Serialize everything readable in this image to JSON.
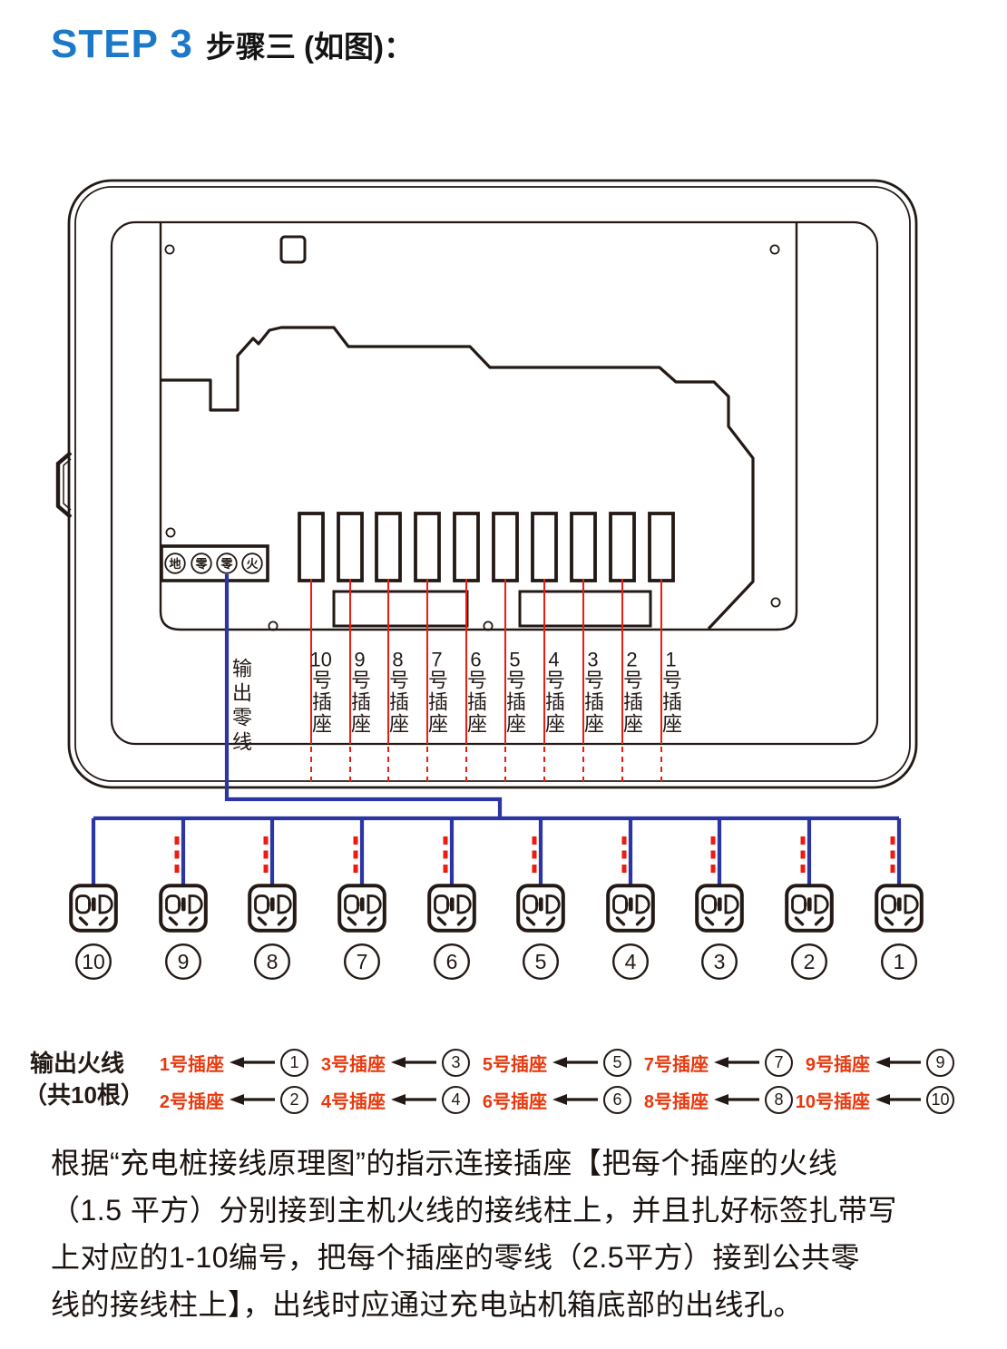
{
  "title": {
    "step": "STEP 3",
    "subtitle": "步骤三 (如图)："
  },
  "device": {
    "terminal_labels": [
      "地",
      "零",
      "零",
      "火"
    ],
    "neutral_wire_label": "输出零线",
    "slot_labels": [
      {
        "num": "10",
        "suffix": "号插座"
      },
      {
        "num": "9",
        "suffix": "号插座"
      },
      {
        "num": "8",
        "suffix": "号插座"
      },
      {
        "num": "7",
        "suffix": "号插座"
      },
      {
        "num": "6",
        "suffix": "号插座"
      },
      {
        "num": "5",
        "suffix": "号插座"
      },
      {
        "num": "4",
        "suffix": "号插座"
      },
      {
        "num": "3",
        "suffix": "号插座"
      },
      {
        "num": "2",
        "suffix": "号插座"
      },
      {
        "num": "1",
        "suffix": "号插座"
      }
    ],
    "socket_numbers": [
      "10",
      "9",
      "8",
      "7",
      "6",
      "5",
      "4",
      "3",
      "2",
      "1"
    ]
  },
  "legend": {
    "line1": "输出火线",
    "line2": "（共10根）"
  },
  "mapping": [
    {
      "socket": "1号插座",
      "num": "1"
    },
    {
      "socket": "3号插座",
      "num": "3"
    },
    {
      "socket": "5号插座",
      "num": "5"
    },
    {
      "socket": "7号插座",
      "num": "7"
    },
    {
      "socket": "9号插座",
      "num": "9"
    },
    {
      "socket": "2号插座",
      "num": "2"
    },
    {
      "socket": "4号插座",
      "num": "4"
    },
    {
      "socket": "6号插座",
      "num": "6"
    },
    {
      "socket": "8号插座",
      "num": "8"
    },
    {
      "socket": "10号插座",
      "num": "10"
    }
  ],
  "paragraph": {
    "lines": [
      "根据“充电桩接线原理图”的指示连接插座【把每个插座的火线",
      "（1.5 平方）分别接到主机火线的接线柱上，并且扎好标签扎带写",
      "上对应的1-10编号，把每个插座的零线（2.5平方）接到公共零",
      "线的接线柱上】，出线时应通过充电站机箱底部的出线孔。"
    ]
  },
  "colors": {
    "accent_blue": "#1c78c8",
    "wire_blue": "#2b35a3",
    "wire_red": "#ec1c0f",
    "label_red": "#e8380d",
    "ink": "#231915"
  }
}
